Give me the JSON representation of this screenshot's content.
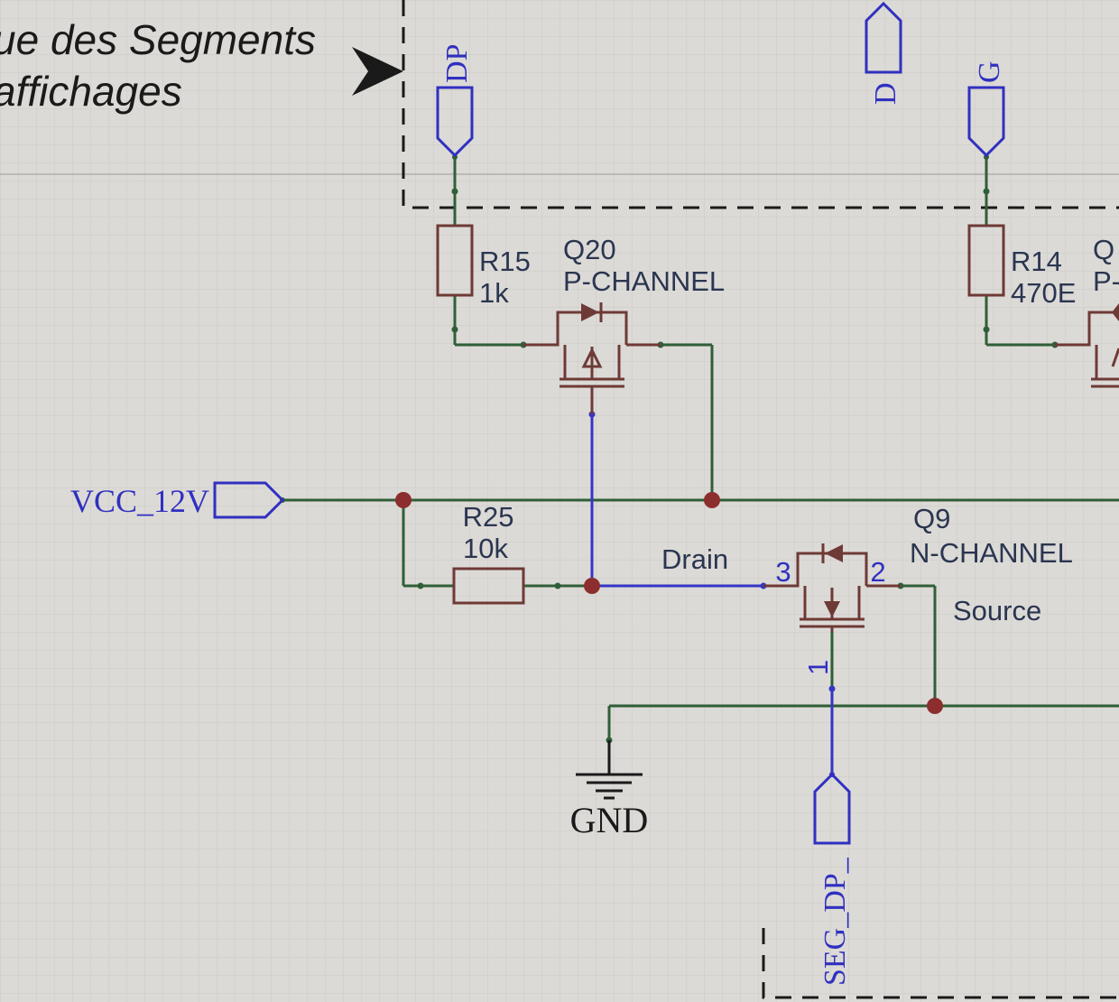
{
  "annotation": {
    "line1": "ue des Segments",
    "line2": "affichages"
  },
  "net_ports": {
    "dp": "DP",
    "d": "D",
    "g": "G",
    "vcc": "VCC_12V",
    "seg_dp": "SEG_DP_",
    "gnd": "GND"
  },
  "components": {
    "r15": {
      "ref": "R15",
      "value": "1k"
    },
    "q20": {
      "ref": "Q20",
      "value": "P-CHANNEL"
    },
    "r14": {
      "ref": "R14",
      "value": "470E"
    },
    "q_partial": {
      "ref": "Q",
      "value": "P-"
    },
    "r25": {
      "ref": "R25",
      "value": "10k"
    },
    "q9": {
      "ref": "Q9",
      "value": "N-CHANNEL",
      "pin_drain": "3",
      "pin_source": "2",
      "pin_gate": "1"
    }
  },
  "net_labels": {
    "drain": "Drain",
    "source": "Source"
  },
  "colors": {
    "background": "#dcdad6",
    "grid": "#cfcdc9",
    "wire": "#2f5f37",
    "bus_wire": "#3535c6",
    "component": "#6e3a36",
    "junction": "#8c2e2e",
    "port": "#3030c0",
    "frame": "#1a1a1a"
  }
}
